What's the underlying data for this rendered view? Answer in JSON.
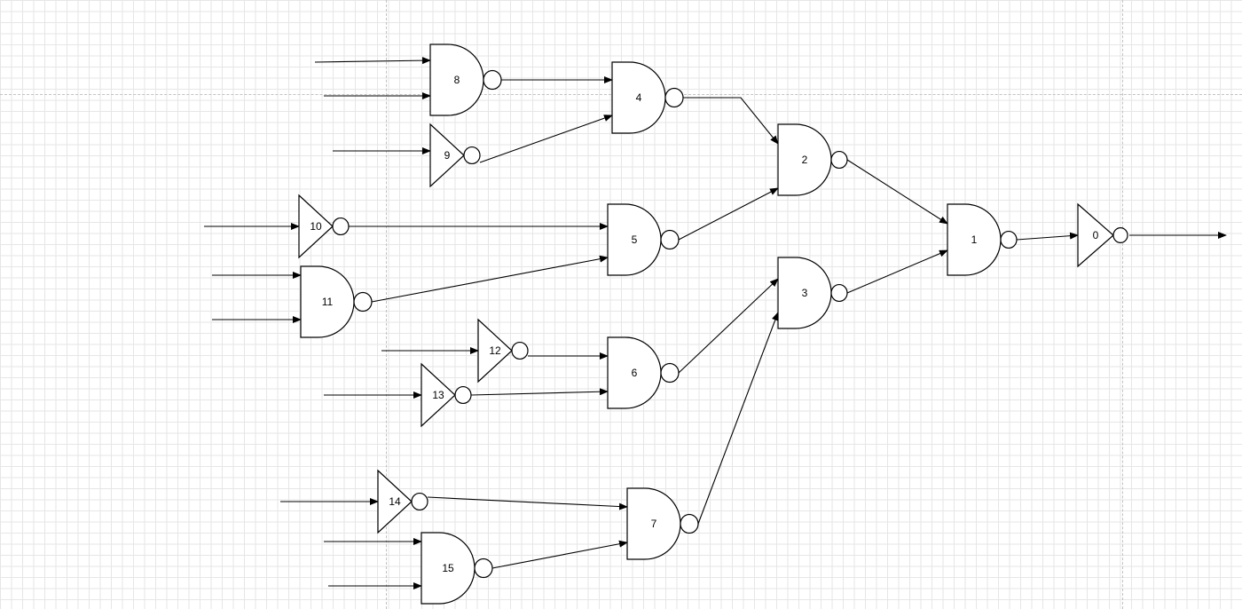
{
  "diagram": {
    "gates": [
      {
        "id": "g0",
        "label": "0",
        "type": "not"
      },
      {
        "id": "g1",
        "label": "1",
        "type": "nand"
      },
      {
        "id": "g2",
        "label": "2",
        "type": "nand"
      },
      {
        "id": "g3",
        "label": "3",
        "type": "nand"
      },
      {
        "id": "g4",
        "label": "4",
        "type": "nand"
      },
      {
        "id": "g5",
        "label": "5",
        "type": "nand"
      },
      {
        "id": "g6",
        "label": "6",
        "type": "nand"
      },
      {
        "id": "g7",
        "label": "7",
        "type": "nand"
      },
      {
        "id": "g8",
        "label": "8",
        "type": "nand"
      },
      {
        "id": "g9",
        "label": "9",
        "type": "not"
      },
      {
        "id": "g10",
        "label": "10",
        "type": "not"
      },
      {
        "id": "g11",
        "label": "11",
        "type": "nand"
      },
      {
        "id": "g12",
        "label": "12",
        "type": "not"
      },
      {
        "id": "g13",
        "label": "13",
        "type": "not"
      },
      {
        "id": "g14",
        "label": "14",
        "type": "not"
      },
      {
        "id": "g15",
        "label": "15",
        "type": "nand"
      }
    ],
    "connections": [
      {
        "from": "g8",
        "to": "g4"
      },
      {
        "from": "g9",
        "to": "g4"
      },
      {
        "from": "g4",
        "to": "g2"
      },
      {
        "from": "g10",
        "to": "g5"
      },
      {
        "from": "g11",
        "to": "g5"
      },
      {
        "from": "g5",
        "to": "g2"
      },
      {
        "from": "g12",
        "to": "g6"
      },
      {
        "from": "g13",
        "to": "g6"
      },
      {
        "from": "g6",
        "to": "g3"
      },
      {
        "from": "g14",
        "to": "g7"
      },
      {
        "from": "g15",
        "to": "g7"
      },
      {
        "from": "g7",
        "to": "g3"
      },
      {
        "from": "g2",
        "to": "g1"
      },
      {
        "from": "g3",
        "to": "g1"
      },
      {
        "from": "g1",
        "to": "g0"
      }
    ]
  }
}
